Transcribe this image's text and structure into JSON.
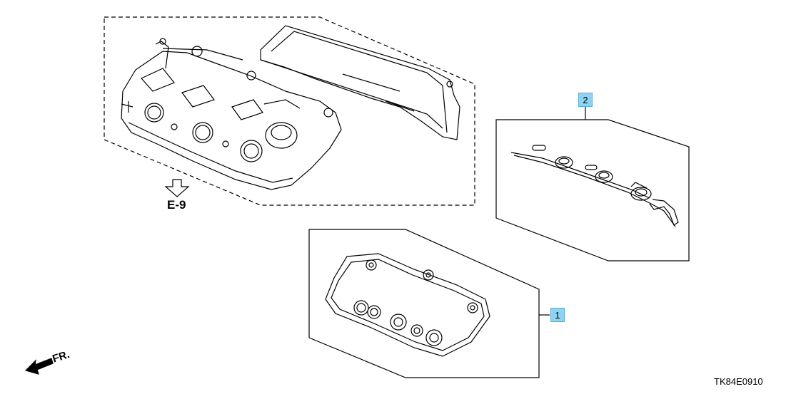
{
  "callouts": {
    "gasket_kit": "2",
    "head_cover_gasket": "1"
  },
  "reference": "E-9",
  "direction": "FR.",
  "diagram_code": "TK84E0910",
  "colors": {
    "callout_fill": "#8fd3f0",
    "line": "#000000"
  }
}
